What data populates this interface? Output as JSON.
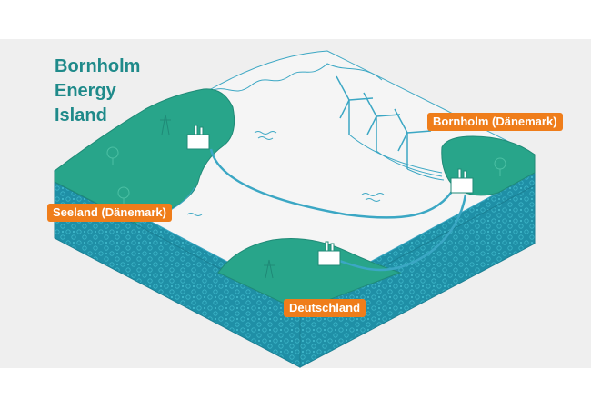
{
  "title": {
    "line1": "Bornholm",
    "line2": "Energy",
    "line3": "Island"
  },
  "labels": {
    "bornholm": "Bornholm (Dänemark)",
    "seeland": "Seeland (Dänemark)",
    "deutschland": "Deutschland"
  },
  "colors": {
    "land": "#28a58a",
    "land_side": "#1f9a88",
    "sea_block": "#2aa0b5",
    "cable": "#3ba7c4",
    "label_bg": "#ef7d1a",
    "title": "#1f8a8a"
  },
  "icons": [
    "wind-turbine-icon",
    "substation-icon",
    "tree-icon",
    "pylon-icon",
    "wave-icon"
  ]
}
